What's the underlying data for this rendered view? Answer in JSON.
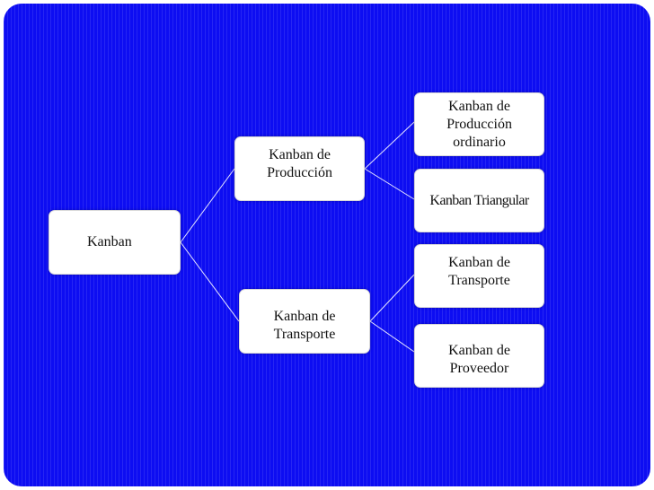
{
  "diagram": {
    "root": {
      "label": "Kanban"
    },
    "produccion": {
      "label": "Kanban de\nProducción"
    },
    "produccion_ordinario": {
      "label": "Kanban de\nProducción\nordinario"
    },
    "triangular": {
      "label": "Kanban Triangular"
    },
    "transporte": {
      "label": "Kanban de\nTransporte"
    },
    "transporte_leaf": {
      "label": "Kanban de\nTransporte"
    },
    "proveedor": {
      "label": "Kanban de\nProveedor"
    }
  },
  "colors": {
    "background": "#0d0df2",
    "node_fill": "#ffffff",
    "connector": "#e6e6ff"
  }
}
